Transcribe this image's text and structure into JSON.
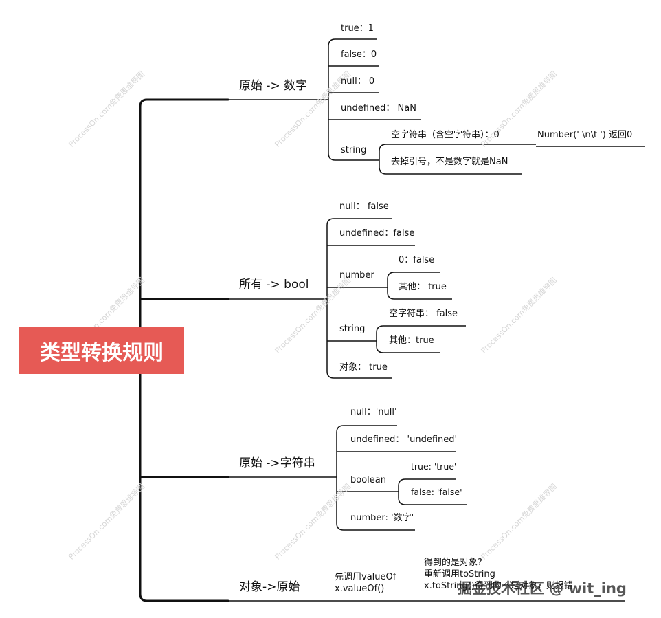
{
  "root": "类型转换规则",
  "branches": {
    "num": {
      "label": "原始 -> 数字",
      "items": [
        "true：1",
        "false：0",
        "null： 0",
        "undefined： NaN",
        "string"
      ],
      "string_children": [
        "空字符串（含空字符串）：0",
        "去掉引号，不是数字就是NaN"
      ],
      "string_note": "Number('   \\n\\t   ') 返回0"
    },
    "bool": {
      "label": "所有 -> bool",
      "items": [
        "null： false",
        "undefined：false",
        "number",
        "string",
        "对象： true"
      ],
      "number_children": [
        "0：false",
        "其他： true"
      ],
      "string_children": [
        "空字符串： false",
        "其他：true"
      ]
    },
    "str": {
      "label": "原始 ->字符串",
      "items": [
        "null：'null'",
        "undefined： 'undefined'",
        "boolean",
        "number: '数字'"
      ],
      "boolean_children": [
        "true: 'true'",
        "false: 'false'"
      ]
    },
    "obj": {
      "label": "对象->原始",
      "child_lines": [
        "先调用valueOf",
        "x.valueOf()"
      ],
      "grandchild_lines": [
        "得到的是对象?",
        "重新调用toString",
        "x.toString()得到的不是对象，则报错"
      ]
    }
  },
  "watermark": "ProcessOn.com免费思维导图",
  "corner_watermark": "掘金技术社区 @ wit_ing"
}
